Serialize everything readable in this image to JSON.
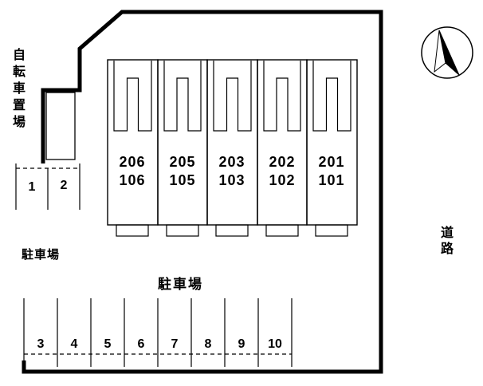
{
  "site_plan": {
    "bicycle_area_label": "自転車置場",
    "parking_left_label": "駐車場",
    "parking_bottom_label": "駐車場",
    "road_label": "道路",
    "left_stalls": [
      "1",
      "2"
    ],
    "bottom_stalls": [
      "3",
      "4",
      "5",
      "6",
      "7",
      "8",
      "9",
      "10"
    ],
    "building_units": [
      {
        "upper": "206",
        "lower": "106"
      },
      {
        "upper": "205",
        "lower": "105"
      },
      {
        "upper": "203",
        "lower": "103"
      },
      {
        "upper": "202",
        "lower": "102"
      },
      {
        "upper": "201",
        "lower": "101"
      }
    ],
    "icons": {
      "compass": "north-arrow-icon"
    },
    "colors": {
      "line": "#000000",
      "background": "#ffffff"
    }
  }
}
